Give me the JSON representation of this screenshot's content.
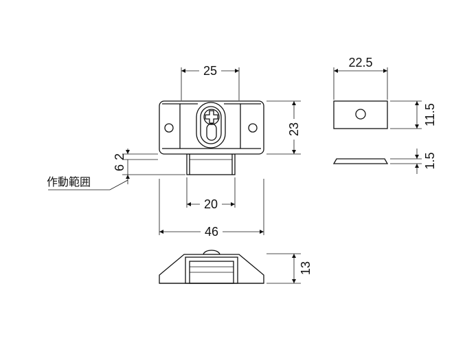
{
  "dimensions": {
    "body_hole_pitch": "25",
    "body_height": "23",
    "range_a": "6",
    "range_b": "2",
    "plunger_width": "20",
    "overall_width": "46",
    "side_height": "13",
    "plate_width": "22.5",
    "plate_height": "11.5",
    "plate_thickness": "1.5"
  },
  "annotations": {
    "operating_range_label": "作動範囲"
  }
}
